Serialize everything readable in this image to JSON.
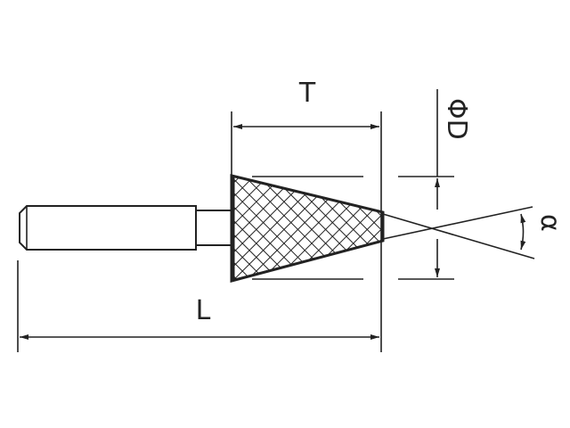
{
  "labels": {
    "taper_length": "T",
    "diameter": "ΦD",
    "angle": "α",
    "overall_length": "L"
  },
  "colors": {
    "line": "#222222",
    "background": "#ffffff"
  }
}
